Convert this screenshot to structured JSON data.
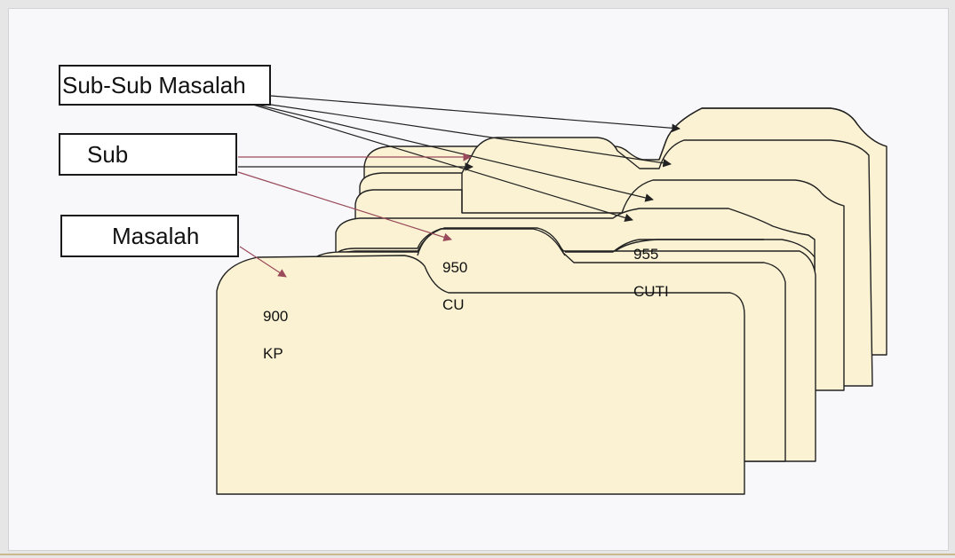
{
  "labels": {
    "sub_sub_masalah": "Sub-Sub Masalah",
    "sub": "Sub",
    "masalah": "Masalah"
  },
  "tabs": {
    "tab_900": {
      "code": "900",
      "text": "KP"
    },
    "tab_950": {
      "code": "950",
      "text": "CU"
    },
    "tab_955": {
      "code": "955",
      "text": "CUTI"
    }
  },
  "colors": {
    "folder_fill": "#faf2d2",
    "outline": "#222222",
    "arrow_sub": "#9a4a5a",
    "background": "#f8f8fa"
  }
}
